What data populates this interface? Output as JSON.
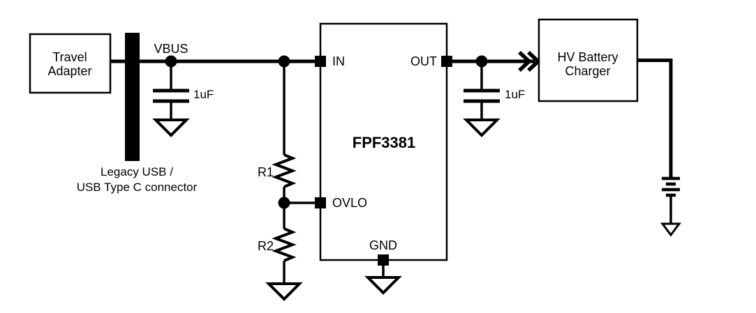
{
  "diagram": {
    "source_block": {
      "line1": "Travel",
      "line2": "Adapter"
    },
    "usb_connector": {
      "caption_line1": "Legacy USB /",
      "caption_line2": "USB Type C connector"
    },
    "net_labels": {
      "vbus": "VBUS"
    },
    "capacitors": {
      "input": {
        "value": "1uF"
      },
      "output": {
        "value": "1uF"
      }
    },
    "resistors": {
      "r1": "R1",
      "r2": "R2"
    },
    "ic": {
      "part_number": "FPF3381",
      "pins": {
        "in": "IN",
        "out": "OUT",
        "ovlo": "OVLO",
        "gnd": "GND"
      }
    },
    "load_block": {
      "line1": "HV Battery",
      "line2": "Charger"
    },
    "colors": {
      "ink": "#000000",
      "background": "#ffffff"
    }
  }
}
